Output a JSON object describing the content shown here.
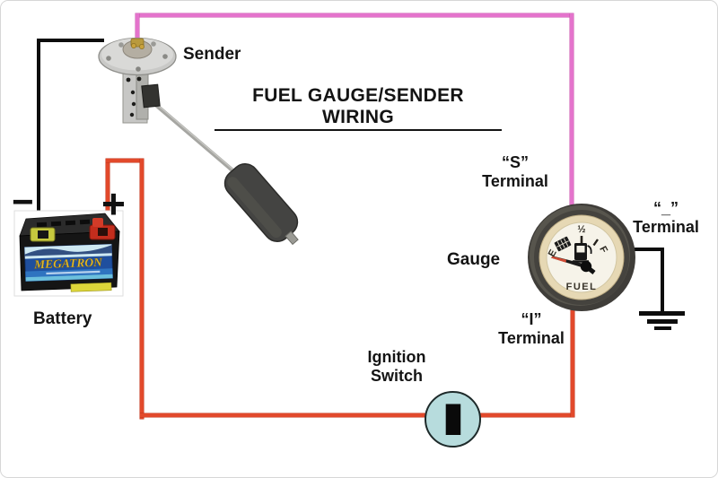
{
  "title": "FUEL GAUGE/SENDER WIRING",
  "components": {
    "sender": {
      "label": "Sender"
    },
    "battery": {
      "label": "Battery",
      "brand": "MEGATRON",
      "plus": "+",
      "minus": "−"
    },
    "gauge": {
      "label": "Gauge",
      "face": {
        "brand_text": "FUEL",
        "half": "½",
        "empty": "E",
        "full": "F",
        "needle_points_to": "E"
      }
    },
    "ignition_switch": {
      "label_line1": "Ignition",
      "label_line2": "Switch",
      "symbol": "I"
    }
  },
  "terminals": {
    "s": {
      "line1": "“S”",
      "line2": "Terminal"
    },
    "neg": {
      "line1": "“_”",
      "line2": "Terminal"
    },
    "i": {
      "line1": "“I”",
      "line2": "Terminal"
    }
  },
  "wires": {
    "sender_signal_color": "#e473cc",
    "power_color": "#e2492b",
    "ground_color": "#0d0d0d"
  }
}
